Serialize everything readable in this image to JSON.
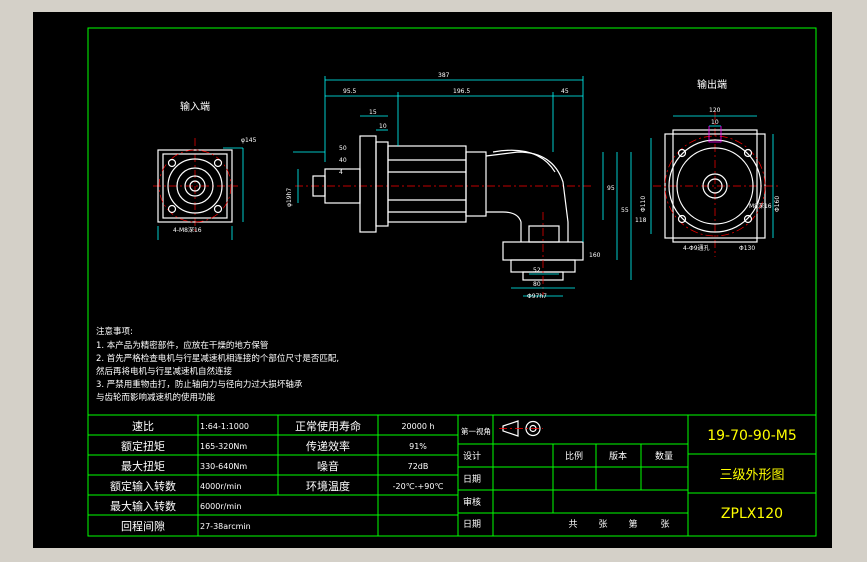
{
  "views": {
    "input_end_label": "输入端",
    "output_end_label": "输出端"
  },
  "dimensions": {
    "overall_length": "387",
    "d1": "95.5",
    "d2": "196.5",
    "d3": "45",
    "d4": "15",
    "d5": "10",
    "d6": "50",
    "d7": "40",
    "d8": "4",
    "shaft_dia": "φ19h7",
    "input_pcd": "φ145",
    "input_holes": "4-M8深16",
    "out_top": "120",
    "out_key": "10",
    "out_left": "Φ110",
    "out_pcd": "Φ130",
    "out_holes": "4-Φ9通孔",
    "out_thread": "M8深16",
    "out_right": "Φ160",
    "h1": "95",
    "h2": "55",
    "h3": "118",
    "h4": "160",
    "b1": "52",
    "b2": "80",
    "b3": "Φ97h7"
  },
  "notes": {
    "title": "注意事项:",
    "lines": [
      "1. 本产品为精密部件，应放在干燥的地方保管",
      "2. 首先严格检查电机与行星减速机相连接的个部位尺寸是否匹配,",
      "然后再将电机与行星减速机自然连接",
      "3. 严禁用重物击打，防止轴向力与径向力过大损坏轴承",
      "与齿轮而影响减速机的使用功能"
    ]
  },
  "specs": [
    {
      "label": "速比",
      "value": "1:64-1:1000",
      "label2": "正常使用寿命",
      "value2": "20000 h"
    },
    {
      "label": "额定扭矩",
      "value": "165-320Nm",
      "label2": "传递效率",
      "value2": "91%"
    },
    {
      "label": "最大扭矩",
      "value": "330-640Nm",
      "label2": "噪音",
      "value2": "72dB"
    },
    {
      "label": "额定输入转数",
      "value": "4000r/min",
      "label2": "环境温度",
      "value2": "-20℃-+90℃"
    },
    {
      "label": "最大输入转数",
      "value": "6000r/min",
      "label2": "",
      "value2": ""
    },
    {
      "label": "回程间隙",
      "value": "27-38arcmin",
      "label2": "",
      "value2": ""
    }
  ],
  "title_block": {
    "projection": "第一视角",
    "design": "设计",
    "date": "日期",
    "review": "审核",
    "date2": "日期",
    "scale": "比例",
    "version": "版本",
    "quantity": "数量",
    "sheets_total": "共",
    "sheets_zhang1": "张",
    "sheet_no": "第",
    "sheets_zhang2": "张",
    "drawing_no": "19-70-90-M5",
    "drawing_name": "三级外形图",
    "model": "ZPLX120"
  },
  "colors": {
    "background": "#000000",
    "frame": "#00ff00",
    "outline": "#ffffff",
    "center": "#ff0000",
    "dimension": "#00ffff",
    "title_text": "#ffff00"
  }
}
